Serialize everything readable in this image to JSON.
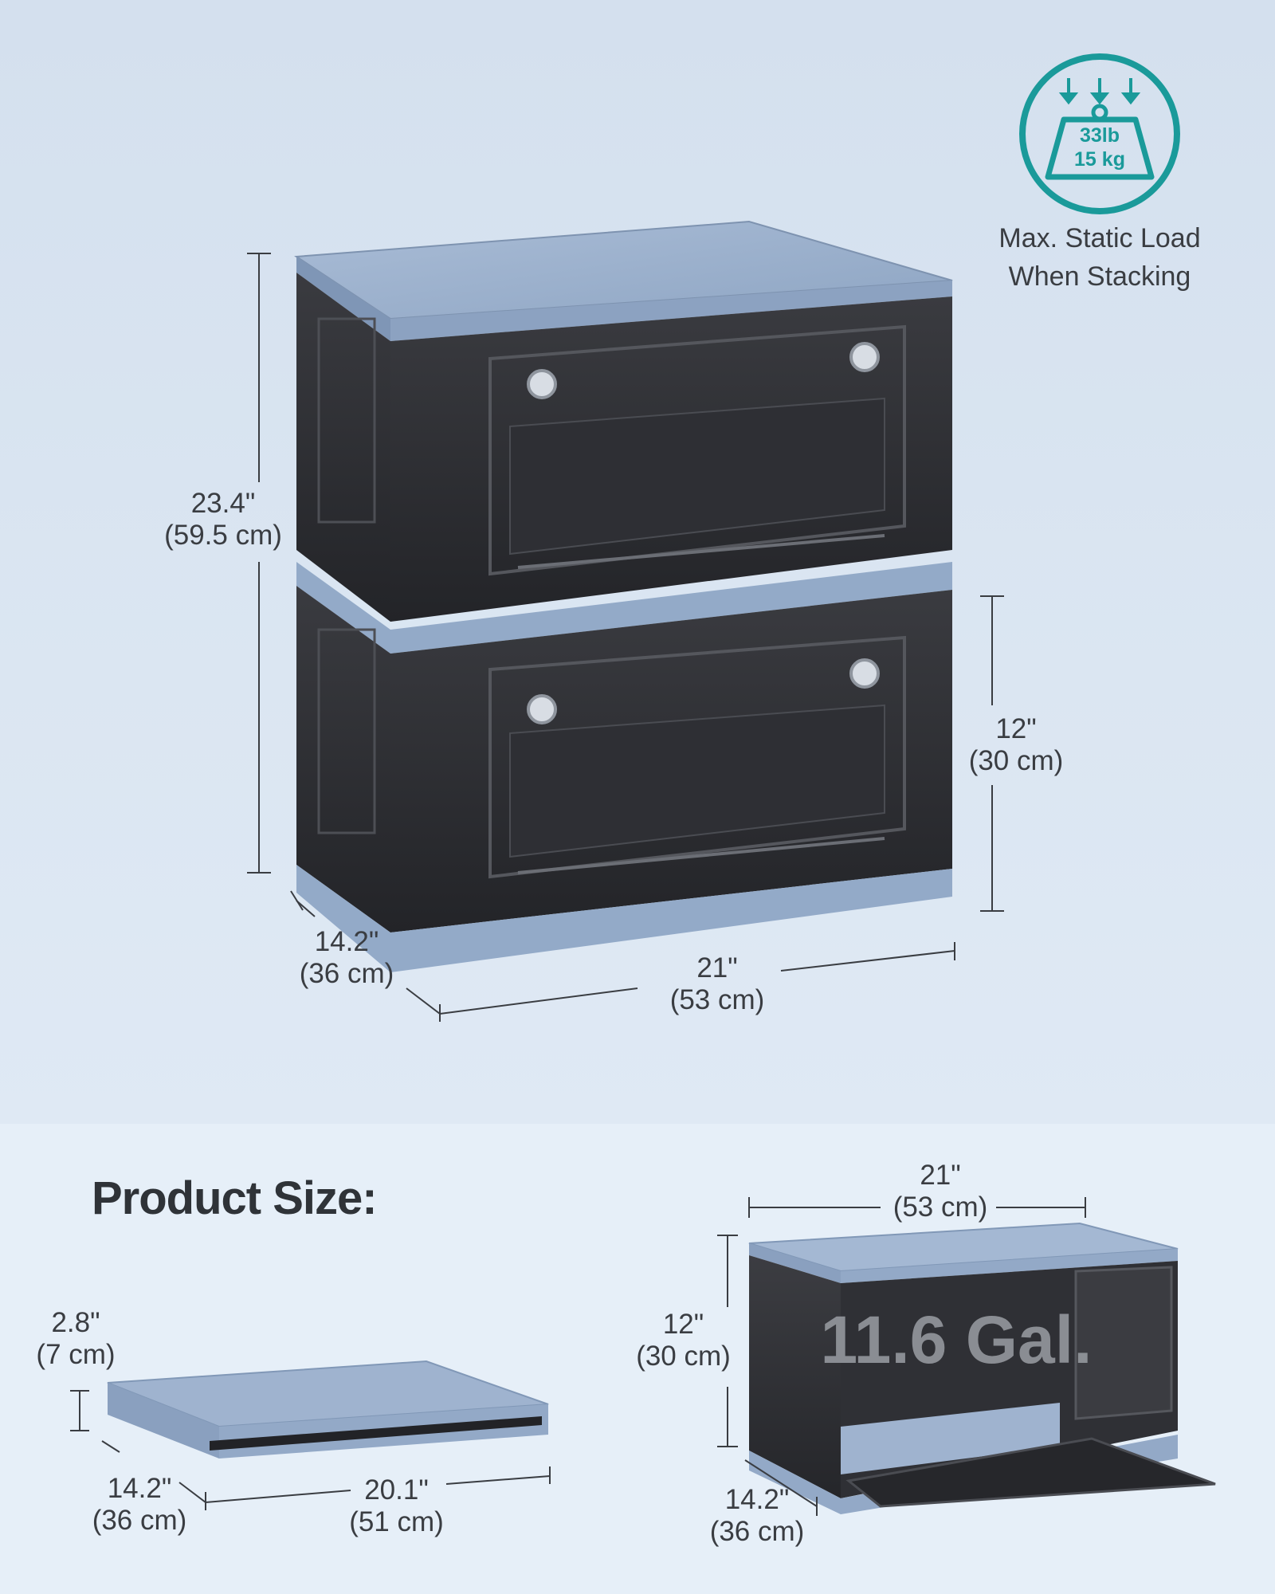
{
  "badge": {
    "weight_lb": "33lb",
    "weight_kg": "15 kg",
    "caption_line1": "Max. Static Load",
    "caption_line2": "When Stacking",
    "icon": "weight-load-icon",
    "color": "#1a9a9a"
  },
  "stacked": {
    "height_in": "23.4\"",
    "height_cm": "(59.5 cm)",
    "unit_height_in": "12\"",
    "unit_height_cm": "(30 cm)",
    "depth_in": "14.2\"",
    "depth_cm": "(36 cm)",
    "width_in": "21\"",
    "width_cm": "(53 cm)"
  },
  "product_size": {
    "title": "Product Size:",
    "folded": {
      "height_in": "2.8\"",
      "height_cm": "(7 cm)",
      "depth_in": "14.2\"",
      "depth_cm": "(36 cm)",
      "width_in": "20.1\"",
      "width_cm": "(51 cm)"
    },
    "open": {
      "width_in": "21\"",
      "width_cm": "(53 cm)",
      "height_in": "12\"",
      "height_cm": "(30 cm)",
      "depth_in": "14.2\"",
      "depth_cm": "(36 cm)",
      "capacity": "11.6 Gal."
    }
  },
  "colors": {
    "frame_blue": "#8fa6c4",
    "panel_dark": "#2b2c30",
    "accent_teal": "#1a9a9a"
  }
}
